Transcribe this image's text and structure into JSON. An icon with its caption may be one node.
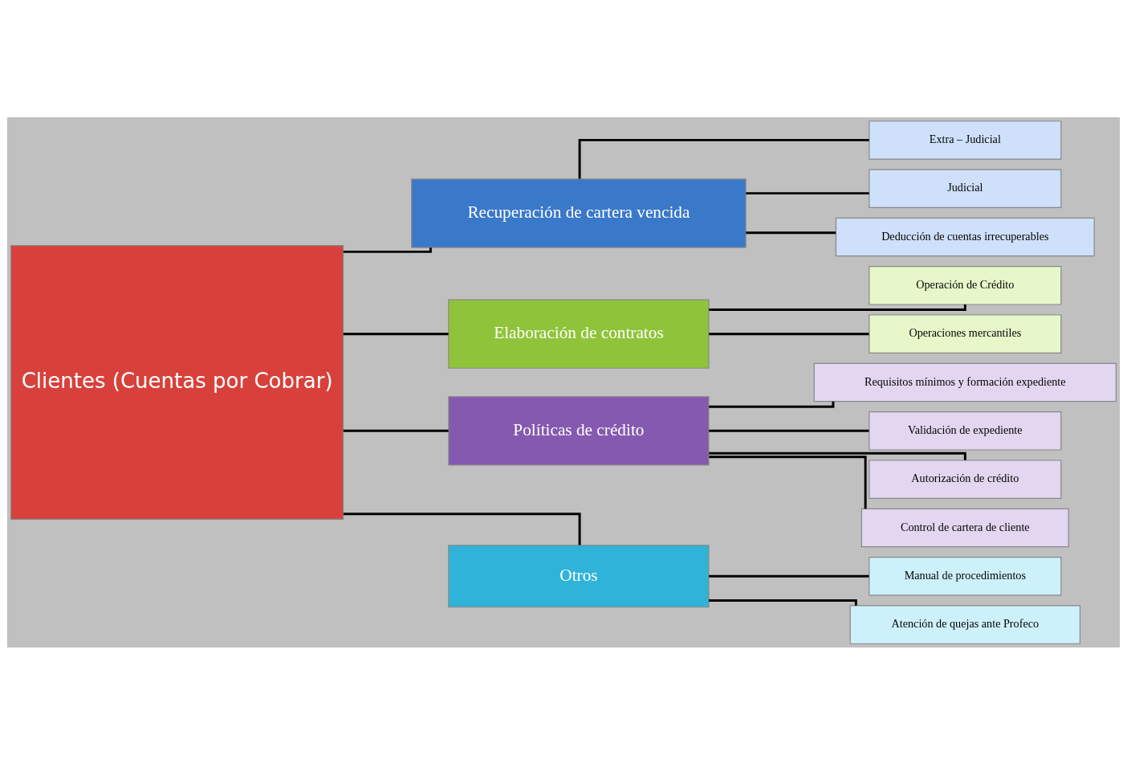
{
  "diagram": {
    "nodes": [
      {
        "text": [
          "Clientes (Cuentas por Cobrar)"
        ]
      },
      {
        "text": [
          "Recuperación de cartera vencida"
        ]
      },
      {
        "text": [
          "Elaboración de contratos"
        ]
      },
      {
        "text": [
          "Políticas de crédito"
        ]
      },
      {
        "text": [
          "Otros"
        ]
      },
      {
        "text": [
          "Extra – Judicial"
        ]
      },
      {
        "text": [
          "Judicial"
        ]
      },
      {
        "text": [
          "Deducción de cuentas irrecuperables"
        ]
      },
      {
        "text": [
          "Operación de Crédito"
        ]
      },
      {
        "text": [
          "Operaciones mercantiles"
        ]
      },
      {
        "text": [
          "Requisitos mínimos y formación expediente"
        ]
      },
      {
        "text": [
          "Validación de expediente"
        ]
      },
      {
        "text": [
          "Autorización de crédito"
        ]
      },
      {
        "text": [
          "Control de cartera de cliente"
        ]
      },
      {
        "text": [
          "Manual de procedimientos"
        ]
      },
      {
        "text": [
          "Atención de quejas ante Profeco"
        ]
      }
    ],
    "edges": [
      {
        "from": 0,
        "to": 1,
        "arrow": "none"
      },
      {
        "from": 0,
        "to": 2,
        "arrow": "none"
      },
      {
        "from": 0,
        "to": 3,
        "arrow": "none"
      },
      {
        "from": 0,
        "to": 4,
        "arrow": "none"
      },
      {
        "from": 1,
        "to": 5,
        "arrow": "none"
      },
      {
        "from": 1,
        "to": 6,
        "arrow": "none"
      },
      {
        "from": 1,
        "to": 7,
        "arrow": "none"
      },
      {
        "from": 2,
        "to": 8,
        "arrow": "none"
      },
      {
        "from": 2,
        "to": 9,
        "arrow": "none"
      },
      {
        "from": 3,
        "to": 10,
        "arrow": "none"
      },
      {
        "from": 3,
        "to": 11,
        "arrow": "none"
      },
      {
        "from": 3,
        "to": 12,
        "arrow": "none"
      },
      {
        "from": 3,
        "to": 13,
        "arrow": "none"
      },
      {
        "from": 4,
        "to": 14,
        "arrow": "none"
      },
      {
        "from": 4,
        "to": 15,
        "arrow": "none"
      }
    ]
  }
}
